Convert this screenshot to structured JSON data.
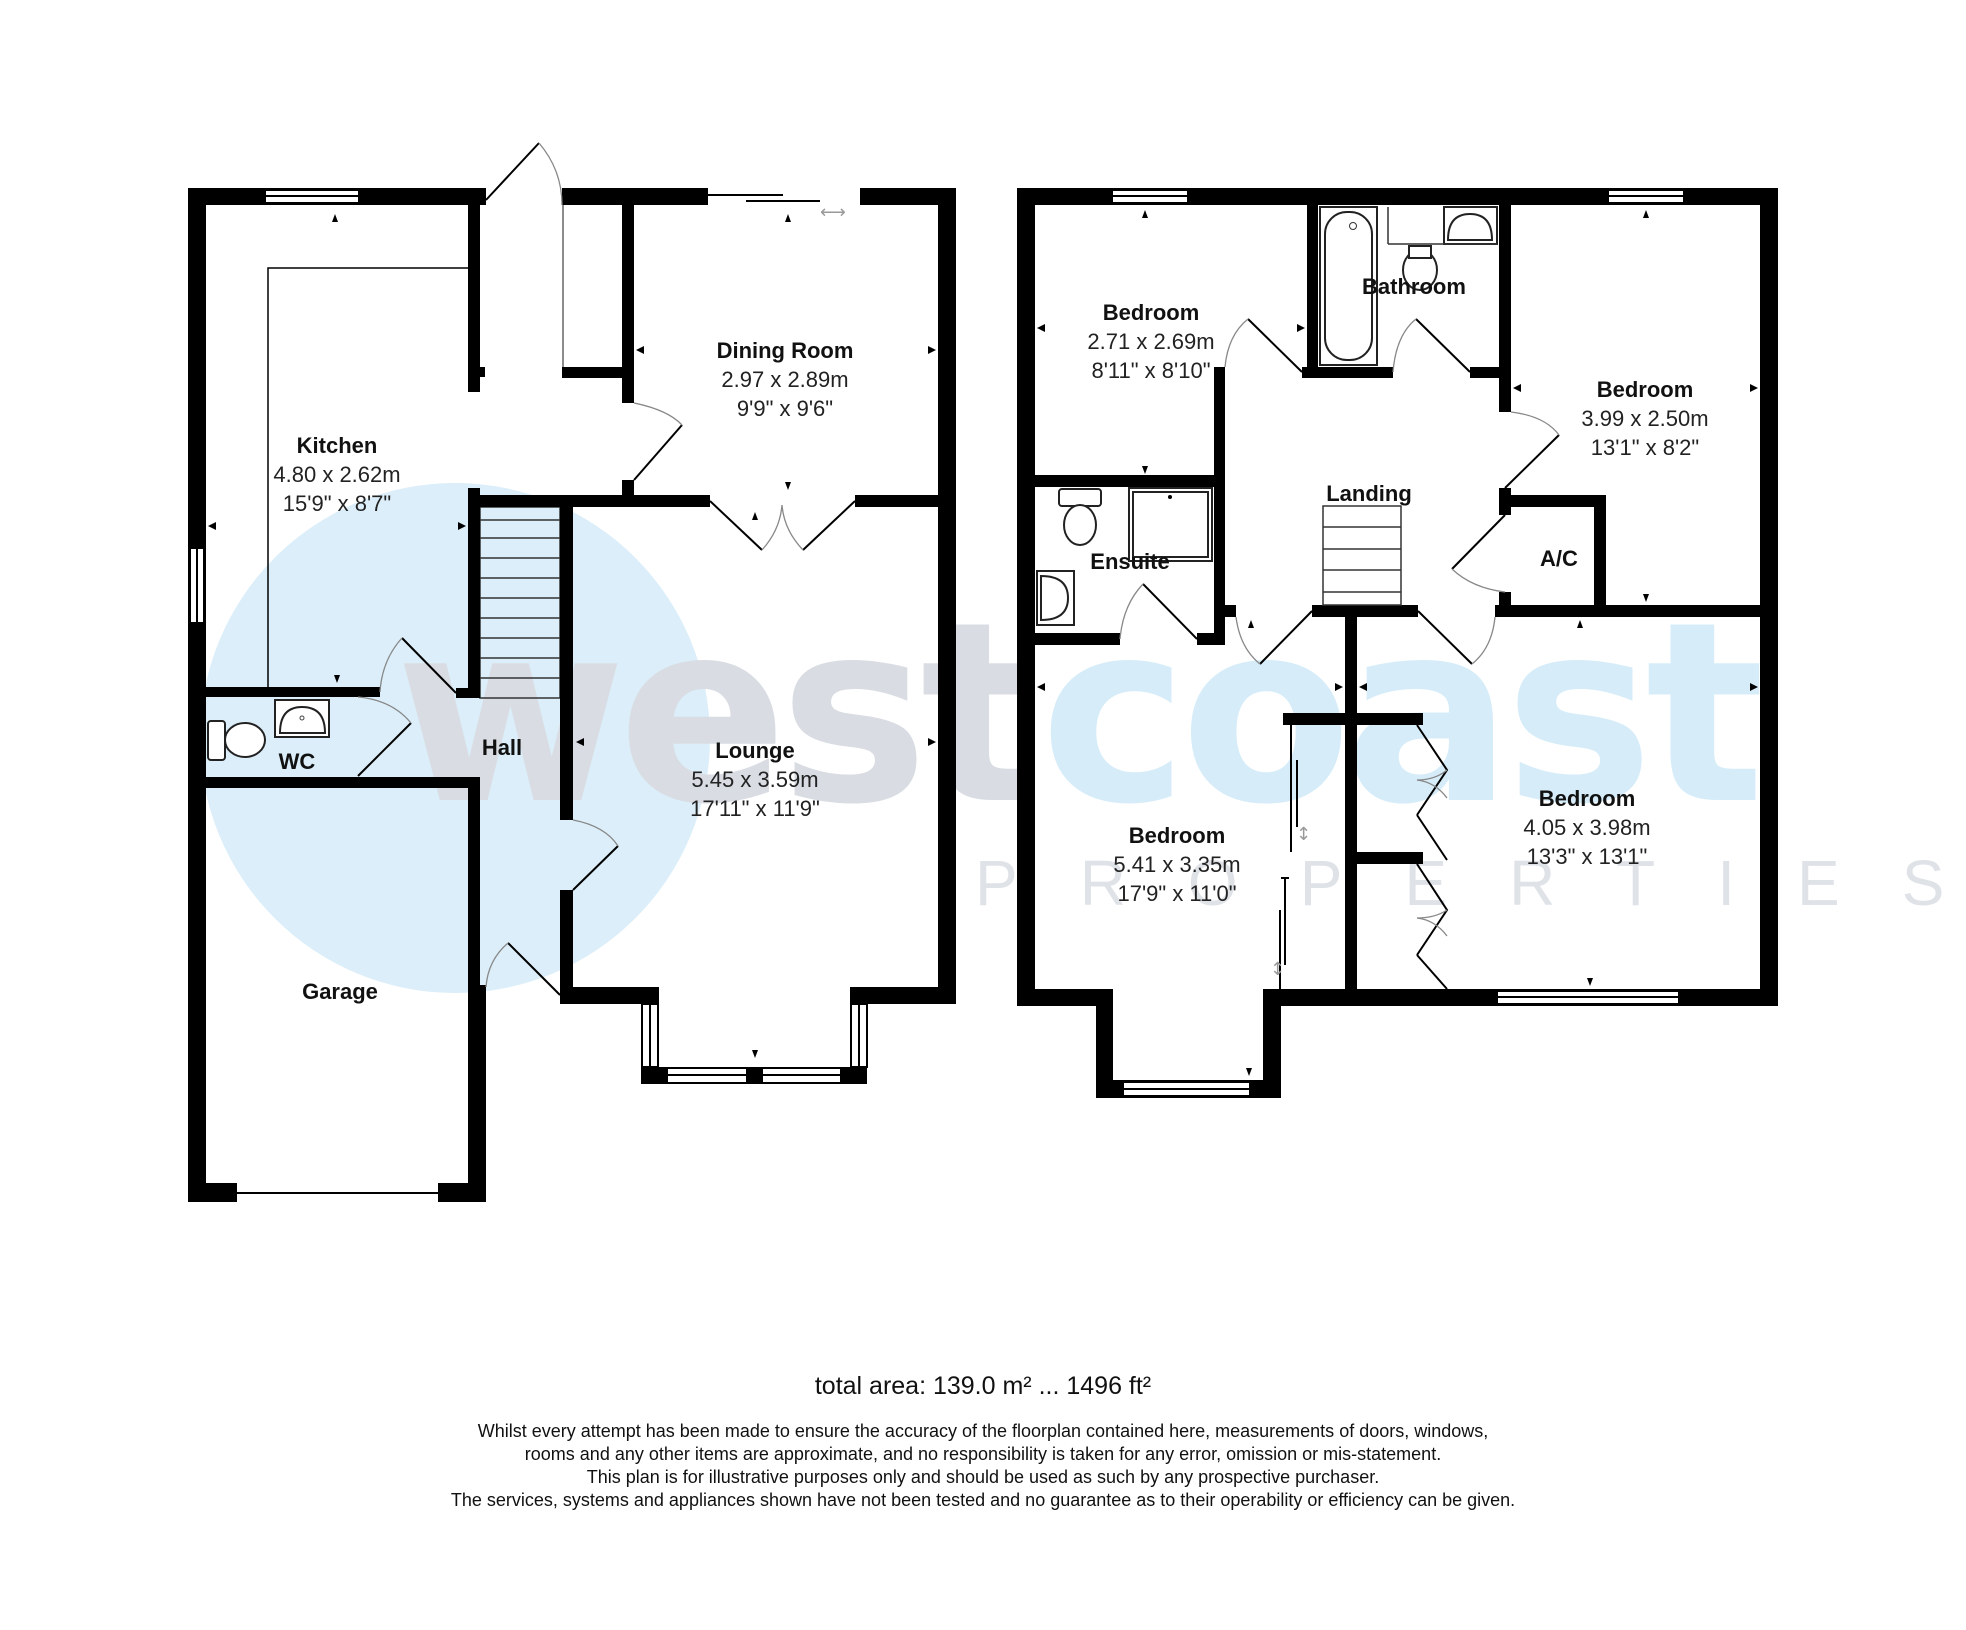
{
  "floorplan": {
    "ground_floor": {
      "rooms": {
        "kitchen": {
          "name": "Kitchen",
          "metric": "4.80 x 2.62m",
          "imperial": "15'9\" x 8'7\""
        },
        "dining_room": {
          "name": "Dining Room",
          "metric": "2.97 x 2.89m",
          "imperial": "9'9\" x 9'6\""
        },
        "lounge": {
          "name": "Lounge",
          "metric": "5.45 x 3.59m",
          "imperial": "17'11\" x 11'9\""
        },
        "wc": {
          "name": "WC"
        },
        "hall": {
          "name": "Hall"
        },
        "garage": {
          "name": "Garage"
        }
      }
    },
    "first_floor": {
      "rooms": {
        "bedroom_front_left": {
          "name": "Bedroom",
          "metric": "2.71 x 2.69m",
          "imperial": "8'11\" x 8'10\""
        },
        "bathroom": {
          "name": "Bathroom"
        },
        "bedroom_front_right": {
          "name": "Bedroom",
          "metric": "3.99 x 2.50m",
          "imperial": "13'1\" x 8'2\""
        },
        "ensuite": {
          "name": "Ensuite"
        },
        "landing": {
          "name": "Landing"
        },
        "airing_cupboard": {
          "name": "A/C"
        },
        "bedroom_rear_left": {
          "name": "Bedroom",
          "metric": "5.41 x 3.35m",
          "imperial": "17'9\" x 11'0\""
        },
        "bedroom_rear_right": {
          "name": "Bedroom",
          "metric": "4.05 x 3.98m",
          "imperial": "13'3\" x 13'1\""
        }
      }
    }
  },
  "watermark": {
    "word1": "west",
    "word2": "coast",
    "tagline": "PROPERTIES",
    "colors": {
      "circle": "#dbeef9",
      "west": "#d9dde3",
      "coast": "#d6edf9",
      "tagline": "#dfe3e8"
    }
  },
  "footer": {
    "total_area": "total area: 139.0 m² ... 1496 ft²",
    "disclaimer": [
      "Whilst every attempt has been made to ensure the accuracy of the floorplan contained here, measurements of doors, windows,",
      "rooms and any other items are approximate, and no responsibility is taken for any error, omission or mis-statement.",
      "This plan is for illustrative purposes only and should be used as such by any prospective purchaser.",
      "The services, systems and appliances shown have not been tested and no guarantee as to their operability or efficiency can be given."
    ]
  }
}
